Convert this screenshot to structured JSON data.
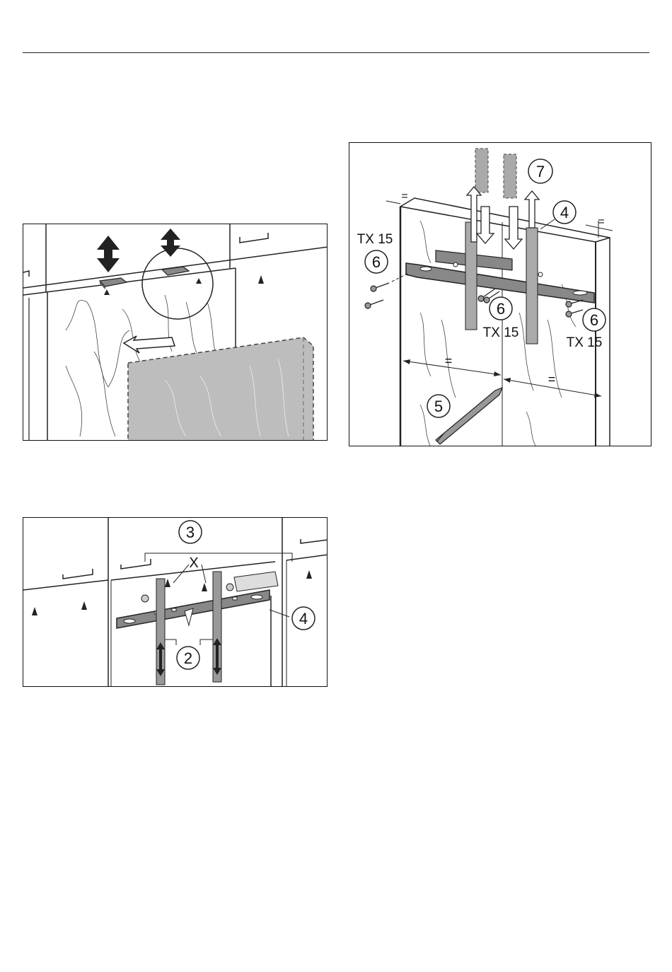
{
  "figure_a": {},
  "figure_b": {
    "callout_3": "3",
    "callout_x": "X",
    "callout_4": "4",
    "callout_2": "2"
  },
  "figure_c": {
    "callout_7": "7",
    "callout_4": "4",
    "callout_6_left": "6",
    "callout_6_center": "6",
    "callout_6_right": "6",
    "callout_5": "5",
    "tx_left": "TX 15",
    "tx_center": "TX 15",
    "tx_right": "TX 15",
    "equal_top_left": "=",
    "equal_top_right": "=",
    "equal_mid_left": "=",
    "equal_mid_right": "="
  }
}
